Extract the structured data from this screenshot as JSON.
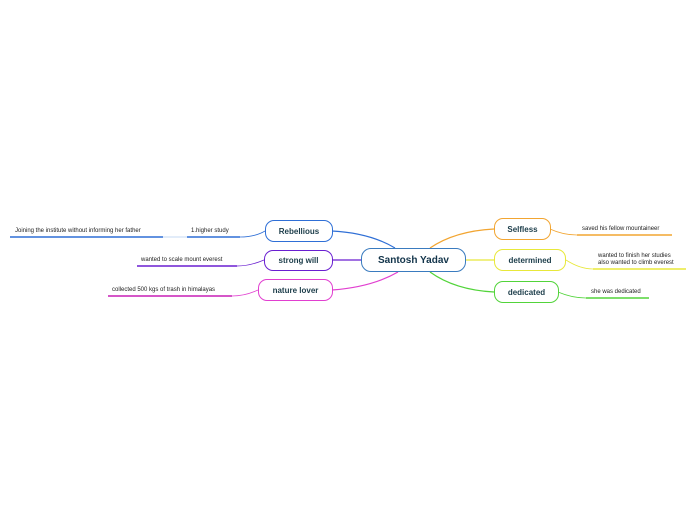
{
  "central": {
    "label": "Santosh Yadav",
    "color": "#3a7bbf"
  },
  "branches": [
    {
      "id": "rebellious",
      "label": "Rebellious",
      "color": "#2f6fd6",
      "leaves": [
        {
          "text": "1.higher study"
        },
        {
          "text": "Joining the institute without informing her father"
        }
      ]
    },
    {
      "id": "strong-will",
      "label": "strong will",
      "color": "#6a1fd1",
      "leaves": [
        {
          "text": "wanted to  scale mount everest"
        }
      ]
    },
    {
      "id": "nature-lover",
      "label": "nature lover",
      "color": "#e13fd0",
      "leaves": [
        {
          "text": "collected 500 kgs of trash in himalayas"
        }
      ]
    },
    {
      "id": "selfless",
      "label": "Selfless",
      "color": "#f2a531",
      "leaves": [
        {
          "text": "saved his fellow mountaineer"
        }
      ]
    },
    {
      "id": "determined",
      "label": "determined",
      "color": "#e8e83a",
      "leaves": [
        {
          "lines": [
            "wanted to finish her studies",
            "also wanted to climb everest"
          ]
        }
      ]
    },
    {
      "id": "dedicated",
      "label": "dedicated",
      "color": "#52d43a",
      "leaves": [
        {
          "text": "she was dedicated"
        }
      ]
    }
  ]
}
